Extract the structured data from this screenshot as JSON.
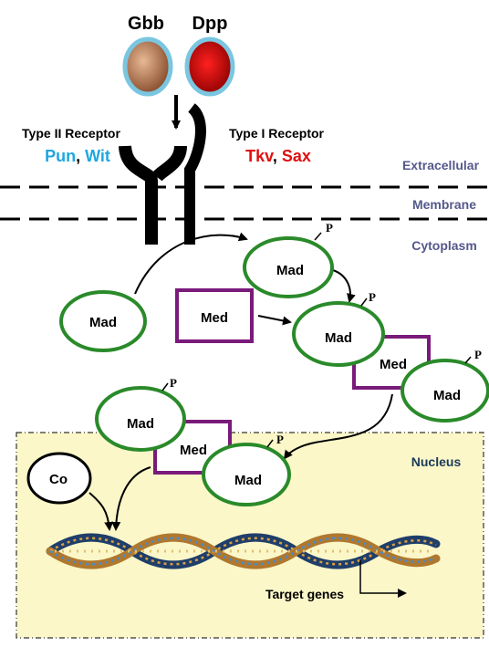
{
  "ligands": {
    "gbb": "Gbb",
    "dpp": "Dpp"
  },
  "receptors": {
    "type2_title": "Type II Receptor",
    "type2_names": [
      "Pun",
      "Wit"
    ],
    "type1_title": "Type I Receptor",
    "type1_names": [
      "Tkv",
      "Sax"
    ],
    "separator": ", "
  },
  "regions": {
    "extracellular": "Extracellular",
    "membrane": "Membrane",
    "cytoplasm": "Cytoplasm",
    "nucleus": "Nucleus"
  },
  "proteins": {
    "mad": "Mad",
    "med": "Med",
    "co": "Co",
    "phospho": "P"
  },
  "dna": {
    "target_genes": "Target genes"
  },
  "colors": {
    "type2_receptor_text": "#1ea7e0",
    "type1_receptor_text": "#e01010",
    "region_label": "#55588a",
    "nucleus_label": "#1a3a5a",
    "mad_outline": "#2a8a2a",
    "med_outline": "#7a1a7a",
    "nucleus_fill": "#fbf7c8",
    "gbb_fill": "#b77a55",
    "dpp_fill": "#d80000",
    "ligand_ring": "#7ac6e0"
  }
}
